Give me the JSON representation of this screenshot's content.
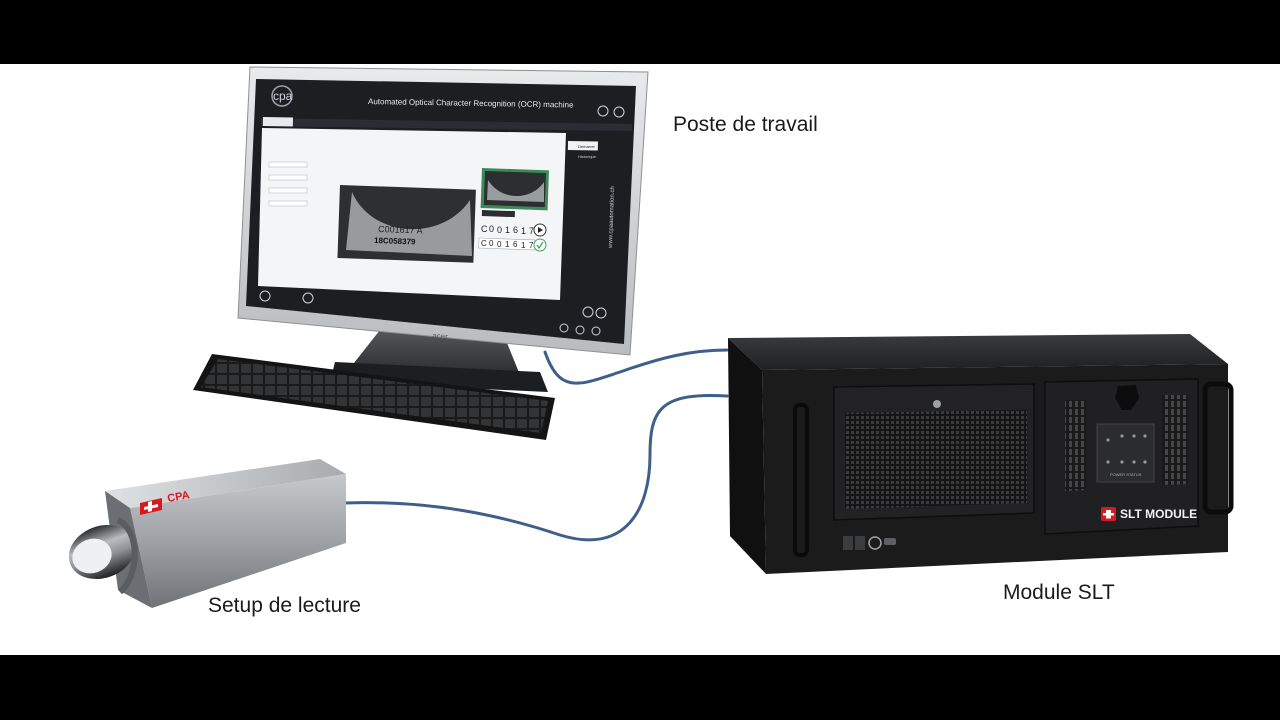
{
  "labels": {
    "workstation": "Poste de travail",
    "reader": "Setup de lecture",
    "module": "Module SLT"
  },
  "screen_app": {
    "logo": "cpa",
    "title": "Automated Optical Character Recognition (OCR) machine",
    "side_text": "www.cpaautomation.ch",
    "primary_button": "Démarrer",
    "secondary_button": "Historique",
    "ocr_result": [
      "C",
      "0",
      "0",
      "1",
      "6",
      "1",
      "7"
    ],
    "ocr_reference": [
      "C",
      "0",
      "0",
      "1",
      "6",
      "1",
      "7"
    ],
    "part_text_line1": "C001617 A",
    "part_text_line2": "18C058379"
  },
  "monitor_brand": "acer",
  "reader_brand": "CPA",
  "module_brand": "SLT MODULE",
  "module_panel_text": "POWER STATUS",
  "colors": {
    "cable": "#3e5f8a",
    "module_body": "#1b1b1c",
    "screen_accent": "#1c1e22",
    "swiss_red": "#d71920"
  }
}
